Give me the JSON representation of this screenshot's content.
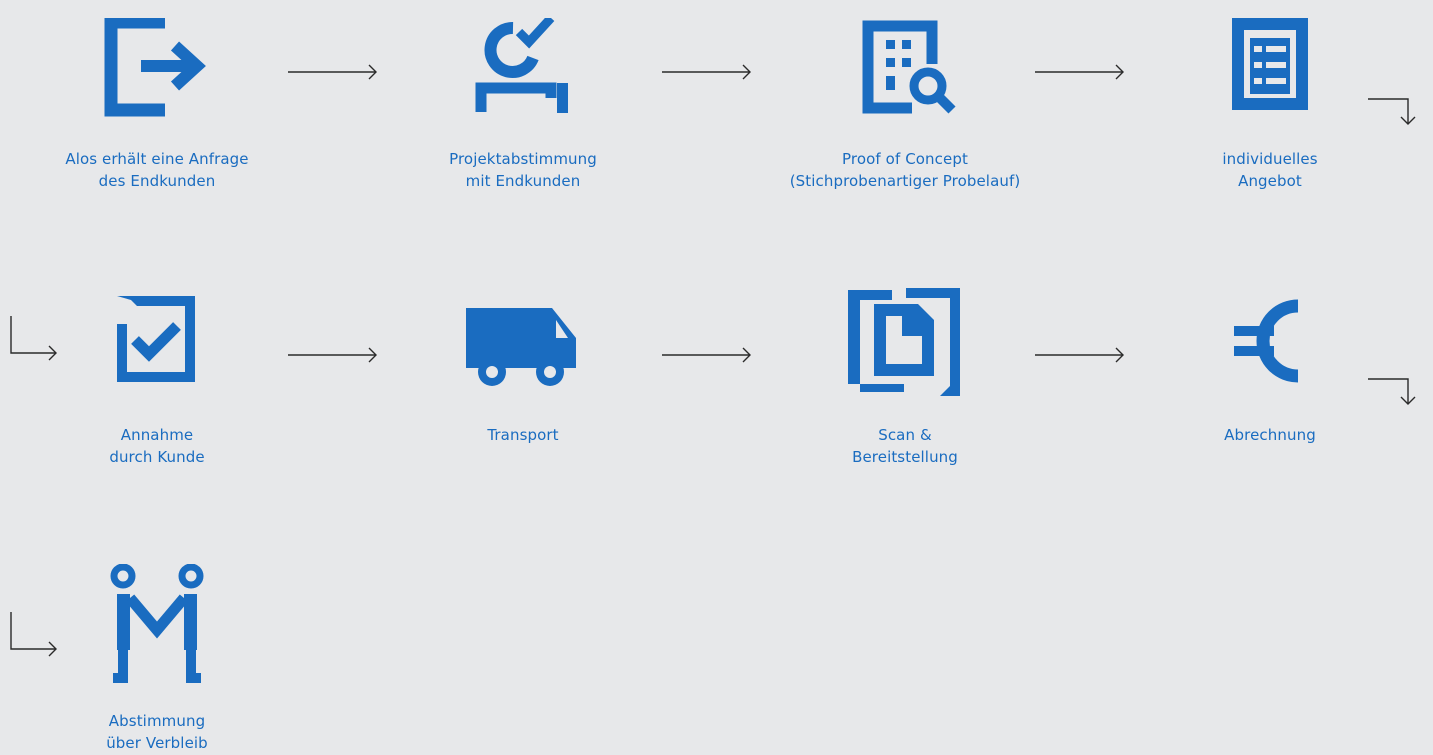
{
  "colors": {
    "accent": "#1a6cc0",
    "background": "#e7e8ea",
    "connector": "#2a2a2a"
  },
  "steps": [
    {
      "icon": "exit-arrow-icon",
      "lines": [
        "Alos erhält eine Anfrage",
        "des Endkunden"
      ]
    },
    {
      "icon": "project-check-icon",
      "lines": [
        "Projektabstimmung",
        "mit Endkunden"
      ]
    },
    {
      "icon": "building-search-icon",
      "lines": [
        "Proof of Concept",
        "(Stichprobenartiger Probelauf)"
      ]
    },
    {
      "icon": "document-list-icon",
      "lines": [
        "individuelles",
        "Angebot"
      ]
    },
    {
      "icon": "document-check-icon",
      "lines": [
        "Annahme",
        "durch Kunde"
      ]
    },
    {
      "icon": "van-icon",
      "lines": [
        "Transport",
        ""
      ]
    },
    {
      "icon": "scan-document-icon",
      "lines": [
        "Scan &",
        "Bereitstellung"
      ]
    },
    {
      "icon": "euro-icon",
      "lines": [
        "Abrechnung",
        ""
      ]
    },
    {
      "icon": "handshake-people-icon",
      "lines": [
        "Abstimmung",
        "über Verbleib"
      ]
    }
  ]
}
